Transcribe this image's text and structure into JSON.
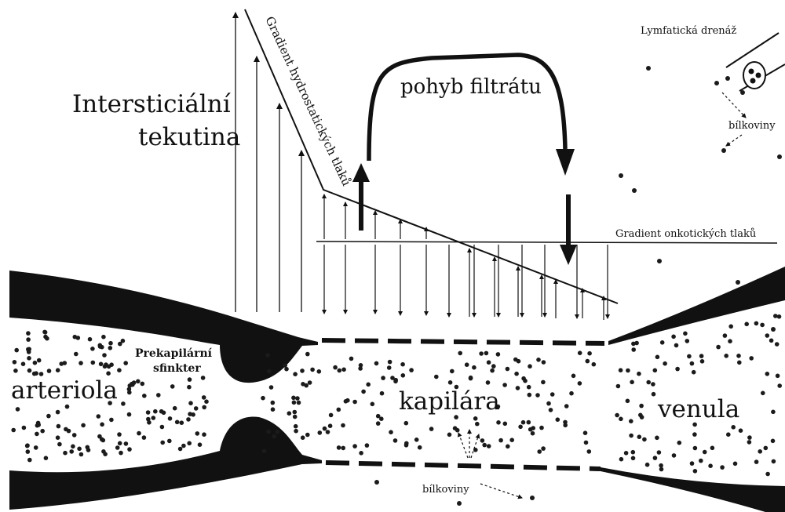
{
  "labels": {
    "interstitial_line1": "Intersticiální",
    "interstitial_line2": "tekutina",
    "filtrate_movement": "pohyb filtrátu",
    "hydrostatic_gradient": "Gradient hydrostatických tlaků",
    "oncotic_gradient": "Gradient onkotických tlaků",
    "lymphatic_drainage": "Lymfatická drenáž",
    "proteins_top": "bílkoviny",
    "proteins_bottom": "bílkoviny",
    "precapillary_line1": "Prekapilární",
    "precapillary_line2": "sfinkter",
    "arteriole": "arteriola",
    "capillary": "kapilára",
    "venule": "venula"
  },
  "colors": {
    "ink": "#111111",
    "background": "#ffffff"
  }
}
